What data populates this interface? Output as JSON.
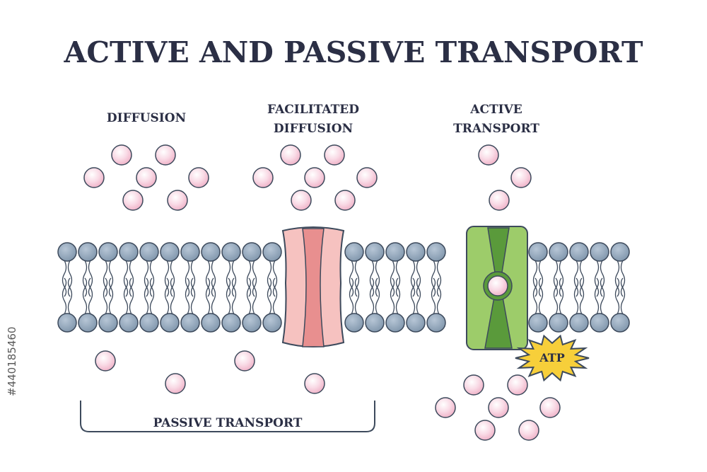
{
  "title": "ACTIVE AND PASSIVE TRANSPORT",
  "labels": {
    "diffusion": "DIFFUSION",
    "facilitated_line1": "FACILITATED",
    "facilitated_line2": "DIFFUSION",
    "active_line1": "ACTIVE",
    "active_line2": "TRANSPORT",
    "passive_bracket": "PASSIVE TRANSPORT",
    "atp": "ATP"
  },
  "stock_id": "#440185460",
  "colors": {
    "text": "#2b2f45",
    "lipid_head": "#8fa3b8",
    "lipid_outline": "#3d4a5c",
    "particle_fill": "#f6c9d8",
    "particle_highlight": "#ffffff",
    "channel_fill": "#f6c2c0",
    "channel_core": "#e88f8f",
    "carrier_fill": "#9dcc6a",
    "carrier_core": "#5a9a3b",
    "atp_fill": "#f7cf3a"
  },
  "icons": {
    "particle": "solute-molecule-icon",
    "channel": "channel-protein-icon",
    "carrier": "carrier-protein-icon",
    "atp": "atp-burst-icon"
  }
}
